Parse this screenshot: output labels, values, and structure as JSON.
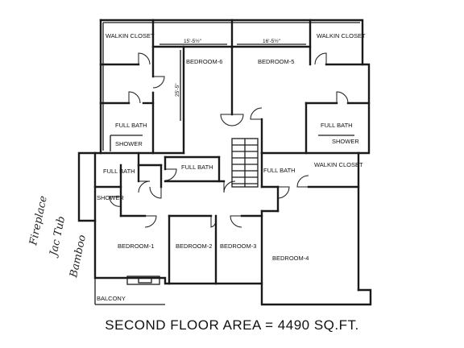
{
  "rooms": {
    "walkin_closet_left": "WALKIN CLOSET",
    "bedroom_6": "BEDROOM-6",
    "bedroom_5": "BEDROOM-5",
    "walkin_closet_right": "WALKIN CLOSET",
    "full_bath_upper_left": "FULL BATH",
    "shower_upper_left": "SHOWER",
    "full_bath_upper_right": "FULL BATH",
    "shower_upper_right": "SHOWER",
    "full_bath_mid_left": "FULL BATH",
    "shower_mid_left": "SHOWER",
    "full_bath_center": "FULL BATH",
    "full_bath_center_right": "FULL BATH",
    "walkin_closet_mid_right": "WALKIN CLOSET",
    "bedroom_1": "BEDROOM-1",
    "bedroom_2": "BEDROOM-2",
    "bedroom_3": "BEDROOM-3",
    "bedroom_4": "BEDROOM-4",
    "balcony": "BALCONY"
  },
  "dimensions": {
    "bedroom_6_width": "15'-5½\"",
    "bedroom_5_width": "16'-5½\"",
    "bedroom_6_depth": "25'-5\""
  },
  "handwritten_notes": [
    "Fireplace",
    "Jac Tub",
    "Bamboo"
  ],
  "area_label": "SECOND FLOOR AREA = 4490 SQ.FT."
}
